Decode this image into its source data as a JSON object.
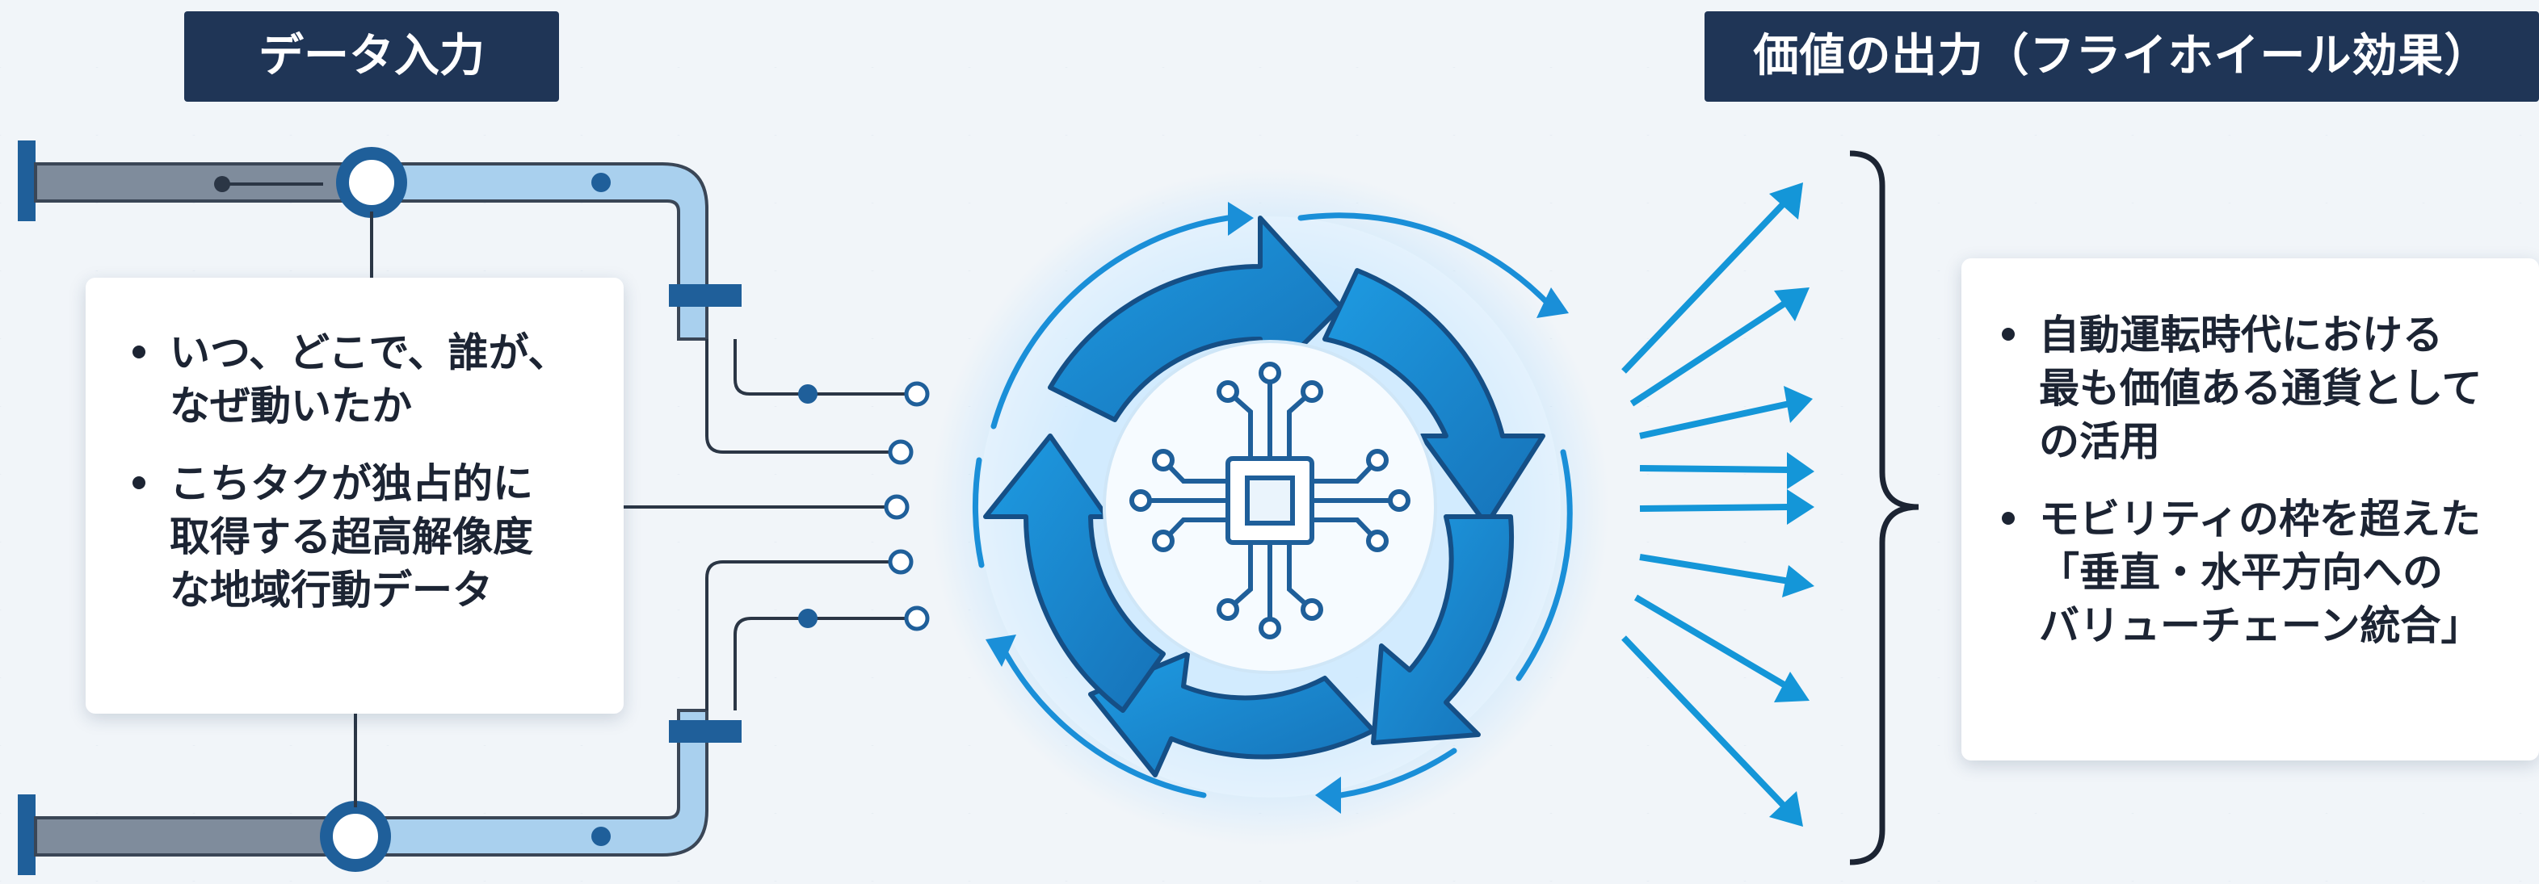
{
  "input": {
    "title": "データ入力",
    "bullets": [
      {
        "lines": [
          "いつ、どこで、誰が、",
          "なぜ動いたか"
        ]
      },
      {
        "lines": [
          "こちタクが独占的に",
          "取得する超高解像度",
          "な地域行動データ"
        ]
      }
    ]
  },
  "output": {
    "title": "価値の出力（フライホイール効果）",
    "bullets": [
      {
        "lines": [
          "自動運転時代における",
          "最も価値ある通貨として",
          "の活用"
        ]
      },
      {
        "lines": [
          "モビリティの枠を超えた",
          "「垂直・水平方向への",
          "バリューチェーン統合」"
        ]
      }
    ]
  },
  "colors": {
    "title_bg": "#1f3556",
    "arrow_blue": "#1a87d2",
    "arrow_dark": "#154f86",
    "ray_blue": "#1496d8",
    "pipe_gray": "#7f8c9c",
    "pipe_blue": "#9fc9ea"
  },
  "icons": [
    "chip-circuit-icon",
    "flywheel-arrows",
    "pipe-valve-icon",
    "output-ray-arrows",
    "curly-brace"
  ]
}
